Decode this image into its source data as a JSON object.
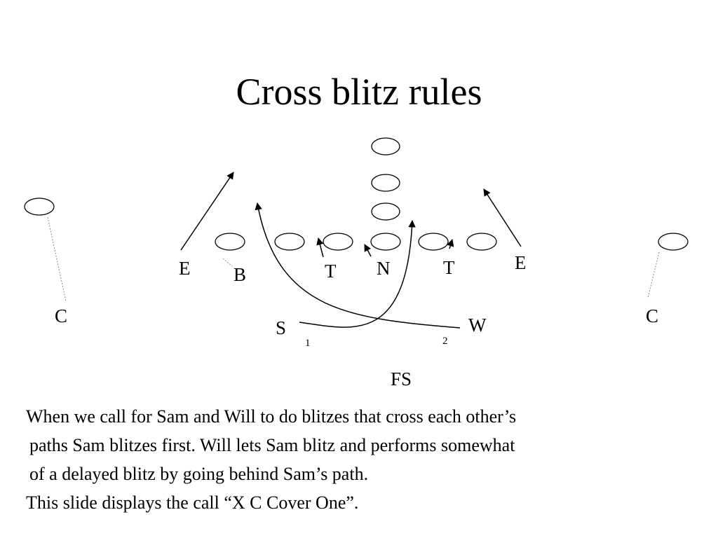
{
  "title": "Cross blitz rules",
  "labels": {
    "left_end": "E",
    "right_end": "E",
    "left_corner": "C",
    "right_corner": "C",
    "buck": "B",
    "left_tackle": "T",
    "nose": "N",
    "right_tackle": "T",
    "sam": "S",
    "will": "W",
    "sam_order": "1",
    "will_order": "2",
    "free_safety": "FS"
  },
  "body": {
    "line1": "When we call for Sam and Will to do blitzes that cross each other’s",
    "line2": "paths Sam blitzes first.  Will lets Sam blitz and performs somewhat",
    "line3": "of a delayed blitz by going behind Sam’s path.",
    "line4": "This slide displays the call “X C Cover One”."
  }
}
